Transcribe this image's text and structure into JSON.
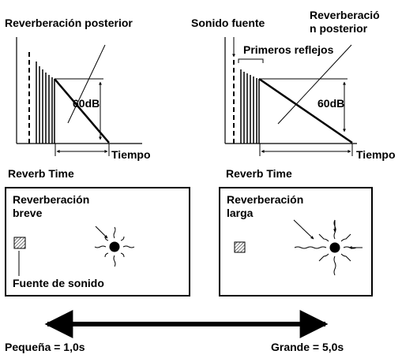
{
  "top_left": {
    "title": "Reverberación posterior",
    "db_label": "60dB",
    "time_label": "Tiempo"
  },
  "top_right": {
    "source_label": "Sonido fuente",
    "late_reverb_line1": "Reverberació",
    "late_reverb_line2": "n posterior",
    "early_reflections": "Primeros reflejos",
    "db_label": "60dB",
    "time_label": "Tiempo"
  },
  "reverb_time_left": "Reverb Time",
  "reverb_time_right": "Reverb Time",
  "room_left": {
    "title_line1": "Reverberación",
    "title_line2": "breve",
    "source_caption": "Fuente de sonido"
  },
  "room_right": {
    "title_line1": "Reverberación",
    "title_line2": "larga"
  },
  "scale": {
    "left_label": "Pequeña = 1,0s",
    "right_label": "Grande = 5,0s"
  }
}
